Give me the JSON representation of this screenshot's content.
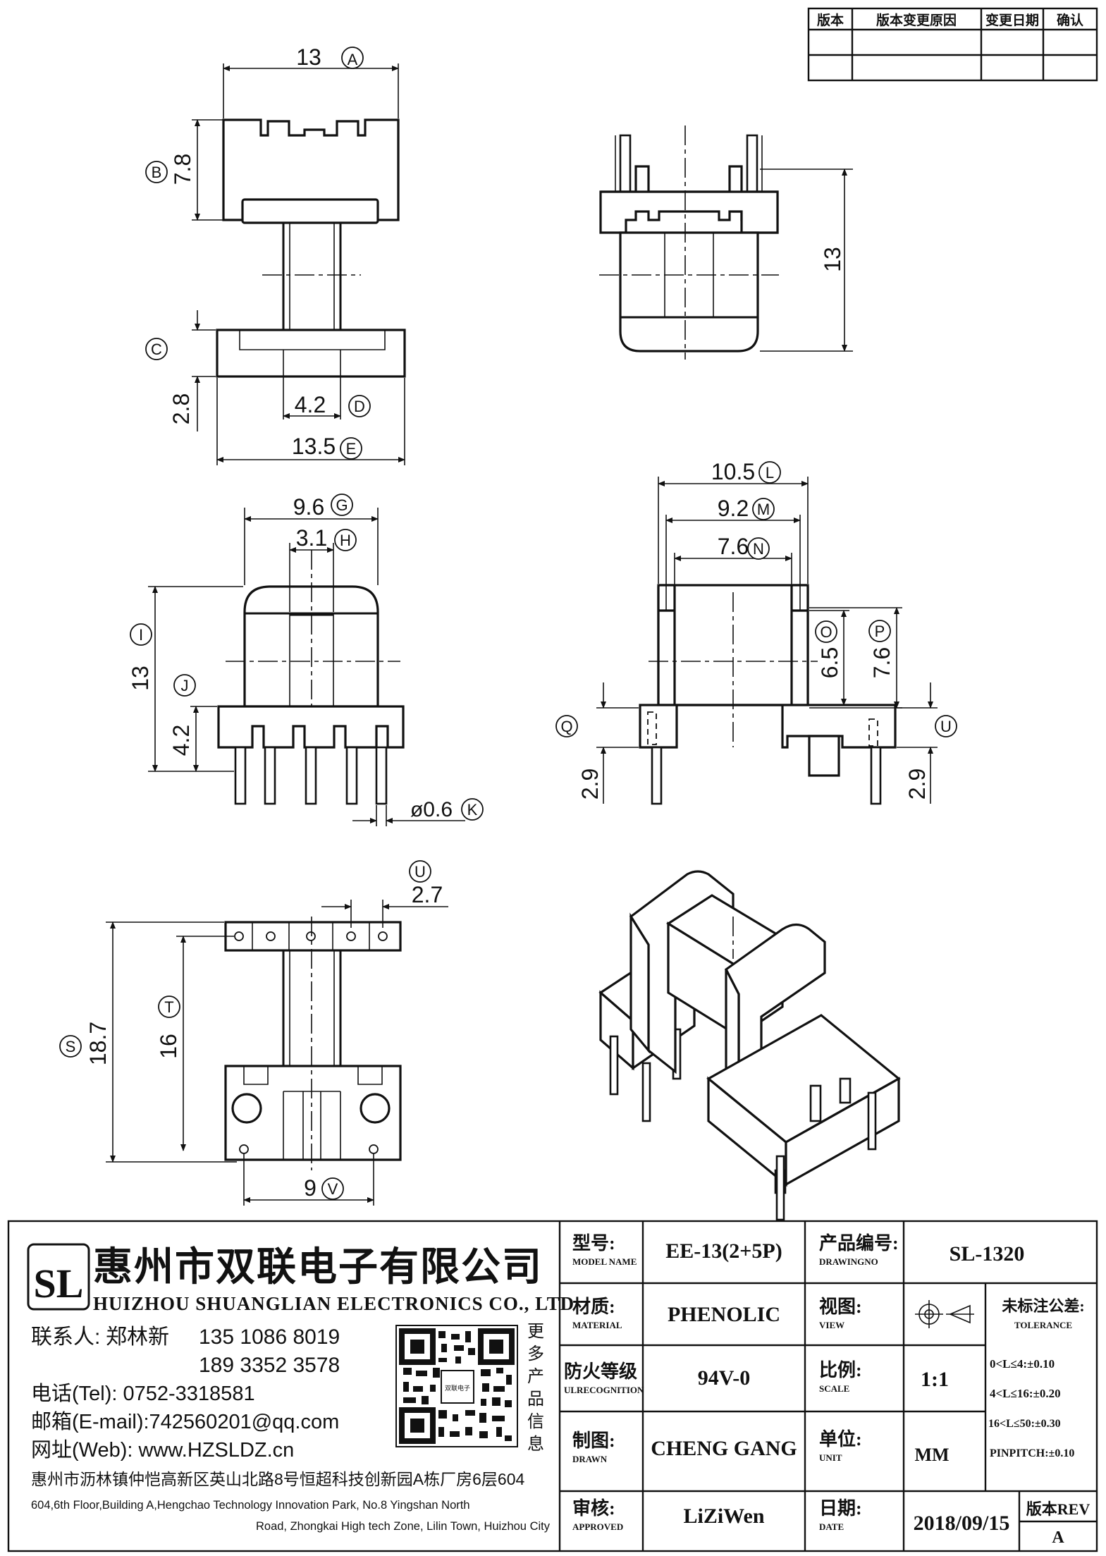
{
  "revision_table": {
    "headers": [
      "版本",
      "版本变更原因",
      "变更日期",
      "确认"
    ],
    "rows": [
      [
        "",
        "",
        "",
        ""
      ],
      [
        "",
        "",
        "",
        ""
      ]
    ]
  },
  "dimensions": {
    "A": {
      "value": "13",
      "letter": "A"
    },
    "B": {
      "value": "7.8",
      "letter": "B"
    },
    "C": {
      "value": "2.8",
      "letter": "C"
    },
    "D": {
      "value": "4.2",
      "letter": "D"
    },
    "E": {
      "value": "13.5",
      "letter": "E"
    },
    "side_height": {
      "value": "13"
    },
    "G": {
      "value": "9.6",
      "letter": "G"
    },
    "H": {
      "value": "3.1",
      "letter": "H"
    },
    "I": {
      "value": "13",
      "letter": "I"
    },
    "J": {
      "value": "4.2",
      "letter": "J"
    },
    "K": {
      "value": "ø0.6",
      "letter": "K"
    },
    "L": {
      "value": "10.5",
      "letter": "L"
    },
    "M": {
      "value": "9.2",
      "letter": "M"
    },
    "N": {
      "value": "7.6",
      "letter": "N"
    },
    "O": {
      "value": "6.5",
      "letter": "O"
    },
    "P": {
      "value": "7.6",
      "letter": "P"
    },
    "Q": {
      "value": "2.9",
      "letter": "Q"
    },
    "U_right": {
      "value": "2.9",
      "letter": "U"
    },
    "U_top": {
      "value": "2.7",
      "letter": "U"
    },
    "S": {
      "value": "18.7",
      "letter": "S"
    },
    "T": {
      "value": "16",
      "letter": "T"
    },
    "V": {
      "value": "9",
      "letter": "V"
    }
  },
  "company": {
    "logo_text": "SL",
    "name_cn": "惠州市双联电子有限公司",
    "name_en": "HUIZHOU SHUANGLIAN ELECTRONICS CO., LTD",
    "contact_label": "联系人:",
    "contact_name": "郑林新",
    "phone1": "135 1086 8019",
    "phone2": "189 3352 3578",
    "tel_line": "电话(Tel): 0752-3318581",
    "email_line": "邮箱(E-mail):742560201@qq.com",
    "web_line": "网址(Web): www.HZSLDZ.cn",
    "qr_side_text": [
      "更",
      "多",
      "产",
      "品",
      "信",
      "息"
    ],
    "qr_center_label": "双联电子",
    "address_cn": "惠州市沥林镇仲恺高新区英山北路8号恒超科技创新园A栋厂房6层604",
    "address_en_1": "604,6th Floor,Building A,Hengchao Technology Innovation Park, No.8 Yingshan North",
    "address_en_2": "Road, Zhongkai High tech Zone, Lilin Town, Huizhou City"
  },
  "title_block": {
    "model_label": "型号:",
    "model_label_en": "MODEL NAME",
    "model_value": "EE-13(2+5P)",
    "drawing_label": "产品编号:",
    "drawing_label_en": "DRAWINGNO",
    "drawing_value": "SL-1320",
    "material_label": "材质:",
    "material_label_en": "MATERIAL",
    "material_value": "PHENOLIC",
    "view_label": "视图:",
    "view_label_en": "VIEW",
    "tolerance_label": "未标注公差:",
    "tolerance_label_en": "TOLERANCE",
    "tolerances": [
      "0<L≤4:±0.10",
      "4<L≤16:±0.20",
      "16<L≤50:±0.30",
      "PINPITCH:±0.10"
    ],
    "ul_label": "防火等级",
    "ul_label_en": "ULRECOGNITION",
    "ul_value": "94V-0",
    "scale_label": "比例:",
    "scale_label_en": "SCALE",
    "scale_value": "1:1",
    "drawn_label": "制图:",
    "drawn_label_en": "DRAWN",
    "drawn_value": "CHENG GANG",
    "unit_label": "单位:",
    "unit_label_en": "UNIT",
    "unit_value": "MM",
    "approved_label": "审核:",
    "approved_label_en": "APPROVED",
    "approved_value": "LiZiWen",
    "date_label": "日期:",
    "date_label_en": "DATE",
    "date_value": "2018/09/15",
    "rev_label": "版本REV",
    "rev_value": "A"
  }
}
